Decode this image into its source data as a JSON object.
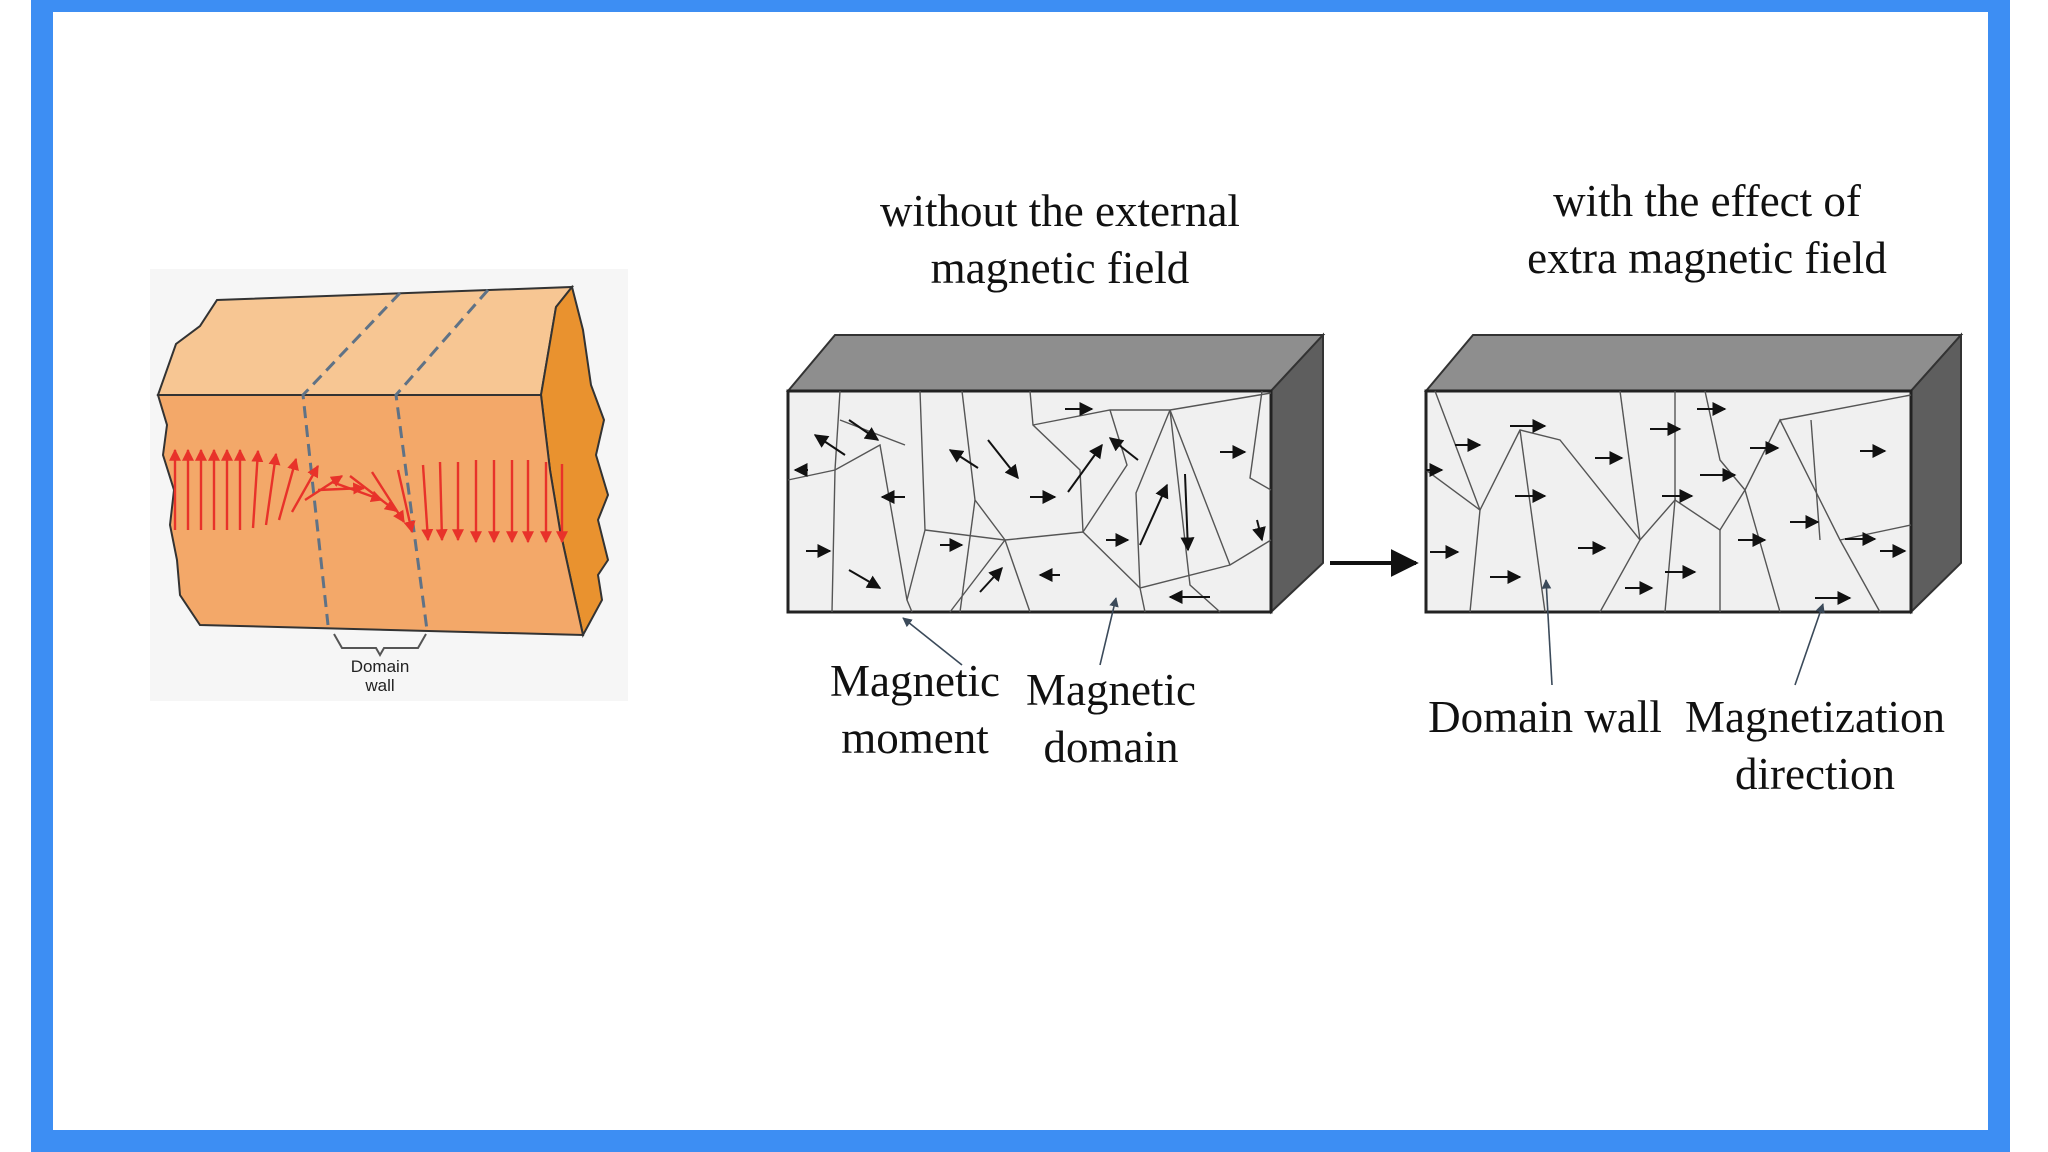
{
  "left_figure": {
    "domain_wall_label": "Domain\nwall"
  },
  "panel_without": {
    "title": "without the external\nmagnetic field"
  },
  "panel_with": {
    "title": "with the effect of\nextra magnetic field"
  },
  "labels": {
    "magnetic_moment": "Magnetic\nmoment",
    "magnetic_domain": "Magnetic\ndomain",
    "domain_wall": "Domain wall",
    "magnetization_direction": "Magnetization\ndirection"
  },
  "colors": {
    "frame_border": "#3d8ef3",
    "block_face": "#f3a869",
    "block_top": "#f7c693",
    "moment_arrow": "#e8322a",
    "box_top": "#8e8e8e",
    "box_side": "#5e5e5e",
    "box_front": "#f0f0f0"
  }
}
